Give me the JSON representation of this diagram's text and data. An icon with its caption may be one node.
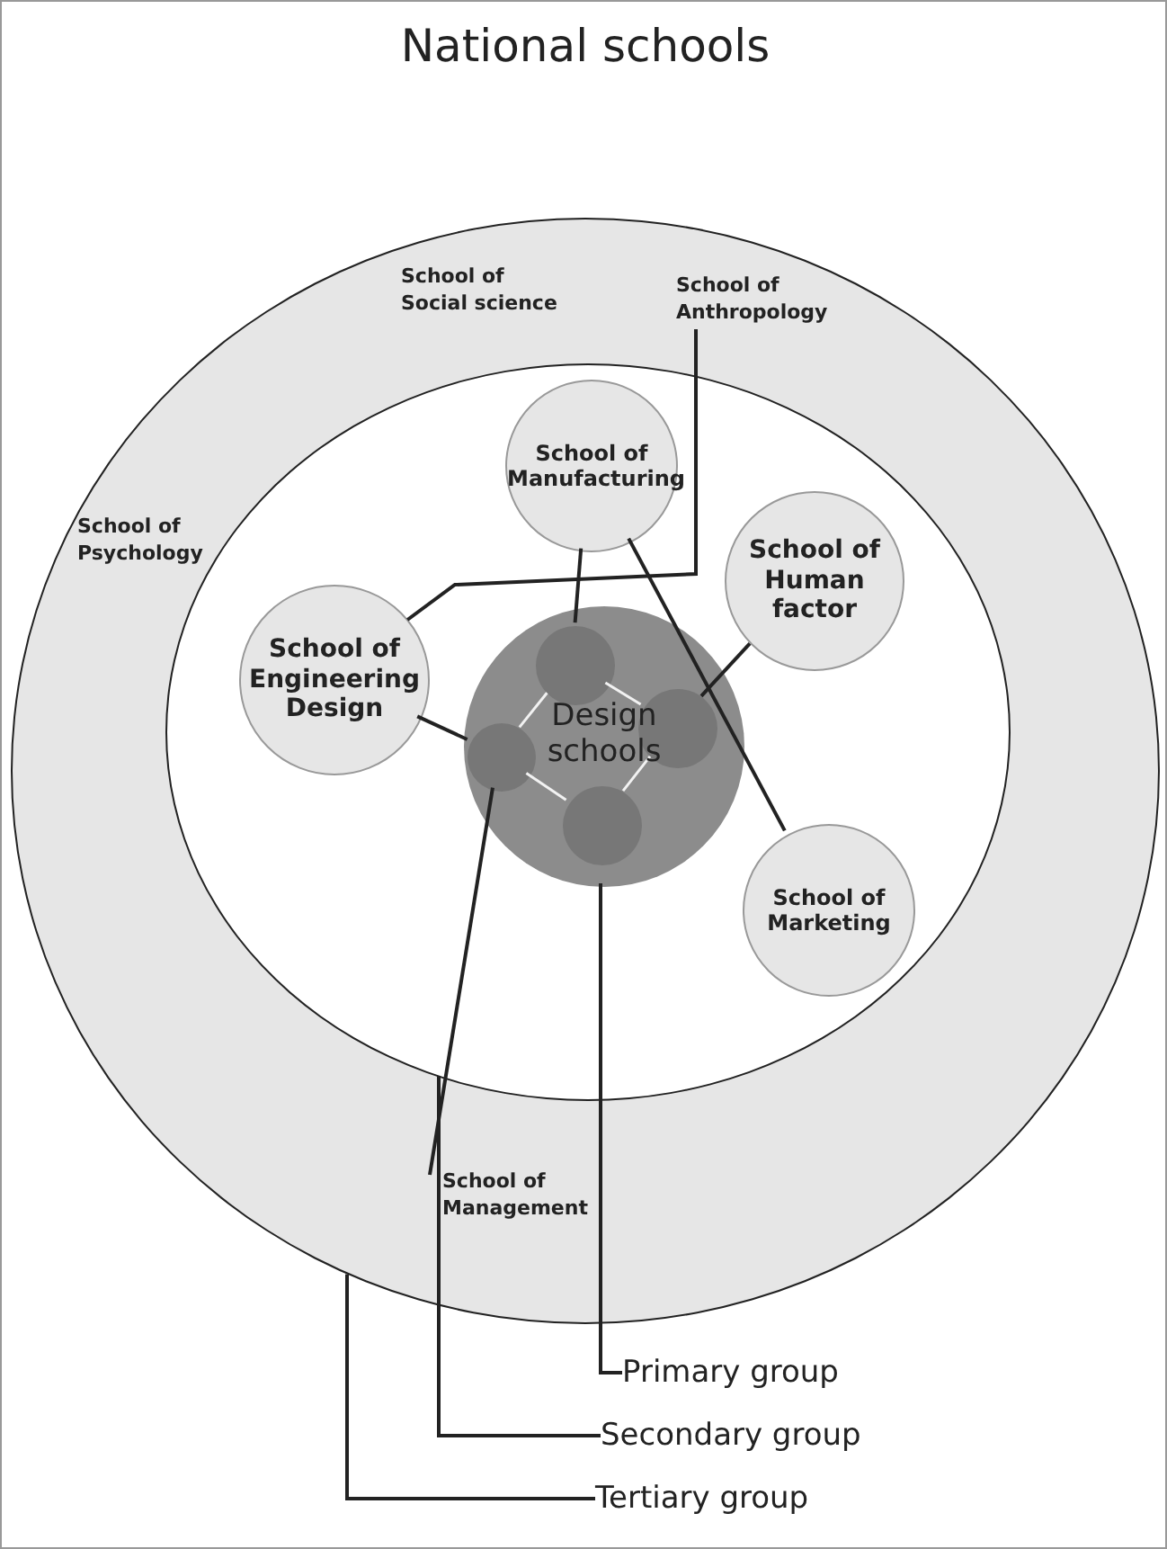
{
  "diagram": {
    "title": "National schools",
    "nodes": [
      {
        "text": [],
        "shape": "circle"
      },
      {
        "text": [
          "School of Anthropology"
        ],
        "in": 0
      },
      {
        "text": [],
        "shape": "circle",
        "in": 0
      },
      {
        "text": [
          "School of Manufacturing"
        ],
        "in": 2
      },
      {
        "text": [
          "School of Human factor"
        ],
        "in": 2
      },
      {
        "text": [
          "School of Engineering Design"
        ],
        "in": 2
      },
      {
        "text": [
          "Design schools"
        ],
        "in": 2
      },
      {
        "text": [],
        "shape": "circle",
        "in": 6
      },
      {
        "text": [],
        "shape": "circle",
        "in": 6
      },
      {
        "text": [],
        "shape": "circle",
        "in": 6
      },
      {
        "text": [],
        "shape": "circle",
        "in": 6
      },
      {
        "text": [
          "School of Marketing"
        ],
        "in": 2
      },
      {
        "text": [
          "School of Management"
        ],
        "in": 0
      },
      {
        "text": [
          "Primary group"
        ]
      },
      {
        "text": [
          "Secondary group"
        ]
      },
      {
        "text": [
          "Tertiary group"
        ]
      }
    ],
    "edges": [
      {
        "from": 1,
        "to": 5,
        "arrow": "none"
      },
      {
        "from": 3,
        "to": 7,
        "arrow": "none"
      },
      {
        "from": 3,
        "to": 11,
        "arrow": "none"
      },
      {
        "from": 4,
        "to": 8,
        "arrow": "none"
      },
      {
        "from": 5,
        "to": 9,
        "arrow": "none"
      },
      {
        "from": 12,
        "to": 9,
        "arrow": "none"
      },
      {
        "from": 7,
        "to": 8,
        "arrow": "none",
        "color": "#f2f2f2"
      },
      {
        "from": 8,
        "to": 10,
        "arrow": "none",
        "color": "#f2f2f2"
      },
      {
        "from": 10,
        "to": 9,
        "arrow": "none",
        "color": "#f2f2f2"
      },
      {
        "from": 9,
        "to": 7,
        "arrow": "none",
        "color": "#f2f2f2"
      },
      {
        "from": 13,
        "to": 6,
        "arrow": "none"
      },
      {
        "from": 14,
        "to": 2,
        "arrow": "none"
      },
      {
        "from": 15,
        "to": 0,
        "arrow": "none"
      }
    ],
    "labels": [
      "School of Social science",
      "School of Psychology"
    ]
  }
}
